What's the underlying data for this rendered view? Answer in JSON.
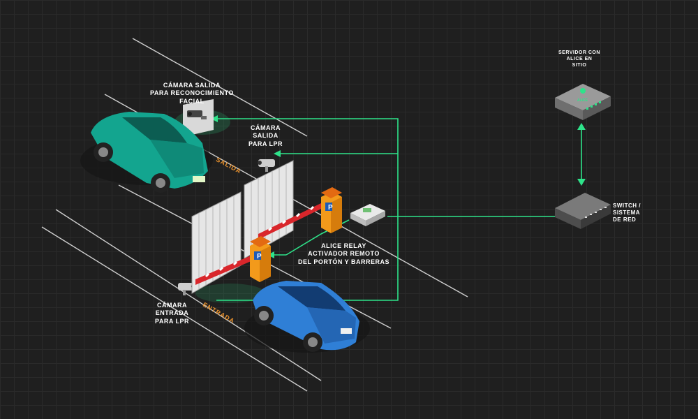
{
  "labels": {
    "cam_exit_facial": [
      "CÁMARA SALIDA",
      "PARA RECONOCIMIENTO",
      "FACIAL"
    ],
    "cam_exit_lpr": [
      "CÁMARA",
      "SALIDA",
      "PARA LPR"
    ],
    "cam_entry_lpr": [
      "CÁMARA",
      "ENTRADA",
      "PARA LPR"
    ],
    "relay": [
      "ALICE RELAY",
      "ACTIVADOR  REMOTO",
      "DEL PORTÓN Y BARRERAS"
    ],
    "server": [
      "SERVIDOR CON",
      "ALICE EN",
      "SITIO"
    ],
    "switch": [
      "SWITCH /",
      "SISTEMA",
      "DE RED"
    ]
  },
  "lanes": {
    "exit": "SALIDA",
    "entry": "ENTRADA"
  },
  "parking_sign": "P",
  "server_logo": "ALICE",
  "colors": {
    "background": "#1f1f1f",
    "connector": "#2ee38a",
    "teal_car": "#13a58f",
    "blue_car": "#2f7fd6",
    "barrier_red": "#d9262b",
    "booth_orange": "#f39a1b",
    "lane_text": "#e8912d"
  }
}
